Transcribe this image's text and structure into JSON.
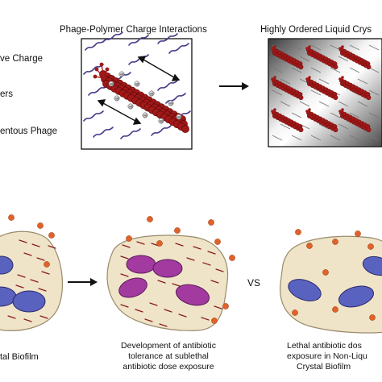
{
  "panels": {
    "top_left_title": "Phage-Polymer Charge Interactions",
    "top_right_title": "Highly Ordered Liquid Crys"
  },
  "legend": {
    "item1": "ve Charge",
    "item2": "ers",
    "item3": "entous Phage"
  },
  "bottom": {
    "vs_label": "VS",
    "caption_left": "tal Biofilm",
    "caption_mid_1": "Development of antibiotic",
    "caption_mid_2": "tolerance at sublethal",
    "caption_mid_3": "antibiotic dose exposure",
    "caption_right_1": "Lethal antibiotic dos",
    "caption_right_2": "exposure in Non-Liqu",
    "caption_right_3": "Crystal Biofilm"
  },
  "colors": {
    "polymer": "#4a3a8a",
    "phage": "#a01818",
    "biofilm_fill": "#efe4c8",
    "biofilm_stroke": "#9a8a6a",
    "drug": "#e0622a",
    "cell_blue": "#5a62c0",
    "cell_purple": "#a23aa0",
    "dash": "#8a1a1a",
    "charge": "#888888"
  }
}
